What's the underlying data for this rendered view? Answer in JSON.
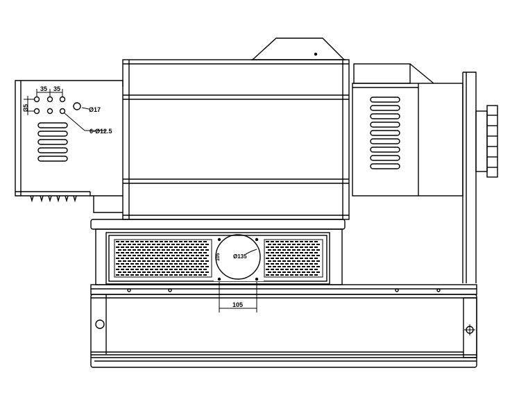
{
  "drawing": {
    "annotations": {
      "spacing_a": "35",
      "spacing_b": "35",
      "spacing_side": "35",
      "hole_large": "Ø17",
      "hole_pattern": "6-Ø12.5",
      "circle_dia": "Ø135",
      "circle_height": "105",
      "circle_width": "105"
    }
  }
}
